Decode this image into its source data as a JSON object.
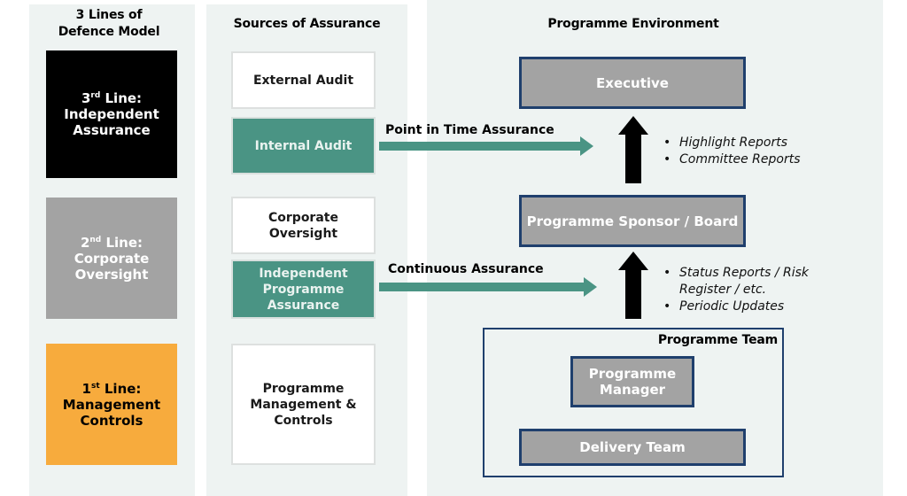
{
  "columns": {
    "model_title": "3 Lines of Defence Model",
    "sources_title": "Sources of Assurance",
    "env_title": "Programme Environment"
  },
  "lines": [
    {
      "ord": "3",
      "sup": "rd",
      "title": "Line:",
      "line2": "Independent",
      "line3": "Assurance",
      "color": "#000000"
    },
    {
      "ord": "2",
      "sup": "nd",
      "title": "Line:",
      "line2": "Corporate",
      "line3": "Oversight",
      "color": "#a3a3a3"
    },
    {
      "ord": "1",
      "sup": "st",
      "title": "Line:",
      "line2": "Management",
      "line3": "Controls",
      "color": "#f7ab3d"
    }
  ],
  "sources": {
    "external_audit": "External Audit",
    "internal_audit": "Internal Audit",
    "corporate_oversight_1": "Corporate",
    "corporate_oversight_2": "Oversight",
    "ipa_1": "Independent",
    "ipa_2": "Programme",
    "ipa_3": "Assurance",
    "pmc_1": "Programme",
    "pmc_2": "Management &",
    "pmc_3": "Controls"
  },
  "arrows": {
    "point_in_time": "Point in Time Assurance",
    "continuous": "Continuous Assurance"
  },
  "environment": {
    "executive": "Executive",
    "sponsor": "Programme Sponsor / Board",
    "team_title": "Programme Team",
    "manager_1": "Programme",
    "manager_2": "Manager",
    "delivery": "Delivery Team"
  },
  "reports_upper": [
    "Highlight Reports",
    "Committee Reports"
  ],
  "reports_lower": [
    "Status Reports / Risk Register / etc.",
    "Periodic Updates"
  ],
  "colors": {
    "panel_bg": "#eef3f2",
    "teal": "#4a9484",
    "navy_border": "#1f3f6d",
    "grey_box": "#a3a3a3",
    "orange": "#f7ab3d"
  }
}
